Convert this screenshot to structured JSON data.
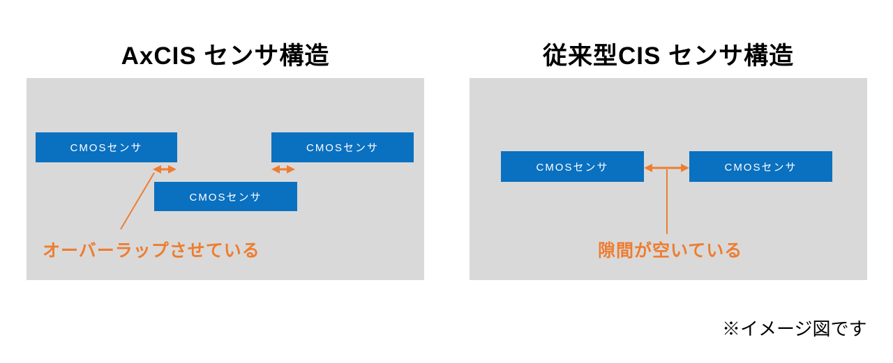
{
  "colors": {
    "page_bg": "#ffffff",
    "panel_bg": "#d9d9d9",
    "sensor_blue": "#0a70c0",
    "sensor_text": "#ffffff",
    "accent_orange": "#ed7d31",
    "title_color": "#000000"
  },
  "left_diagram": {
    "title": "AxCIS センサ構造",
    "sensors": [
      "CMOSセンサ",
      "CMOSセンサ",
      "CMOSセンサ"
    ],
    "annotation": "オーバーラップさせている"
  },
  "right_diagram": {
    "title": "従来型CIS センサ構造",
    "sensors": [
      "CMOSセンサ",
      "CMOSセンサ"
    ],
    "annotation": "隙間が空いている"
  },
  "footer": {
    "note": "※イメージ図です"
  }
}
